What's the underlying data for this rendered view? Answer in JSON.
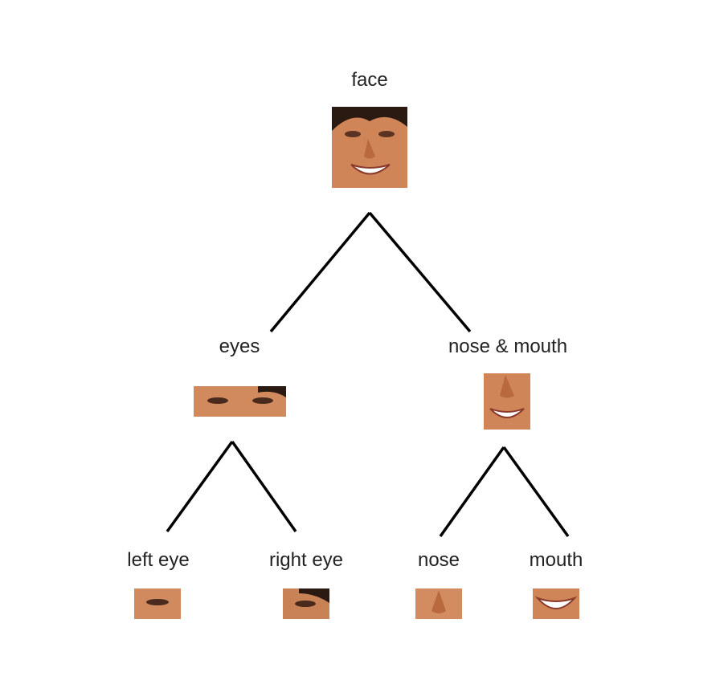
{
  "nodes": {
    "face": {
      "label": "face"
    },
    "eyes": {
      "label": "eyes"
    },
    "nose_mouth": {
      "label": "nose & mouth"
    },
    "left_eye": {
      "label": "left eye"
    },
    "right_eye": {
      "label": "right eye"
    },
    "nose": {
      "label": "nose"
    },
    "mouth": {
      "label": "mouth"
    }
  },
  "colors": {
    "skin": "#d58a5c",
    "skin_dark": "#b86a3e",
    "hair": "#2a1a12",
    "line": "#000000"
  }
}
